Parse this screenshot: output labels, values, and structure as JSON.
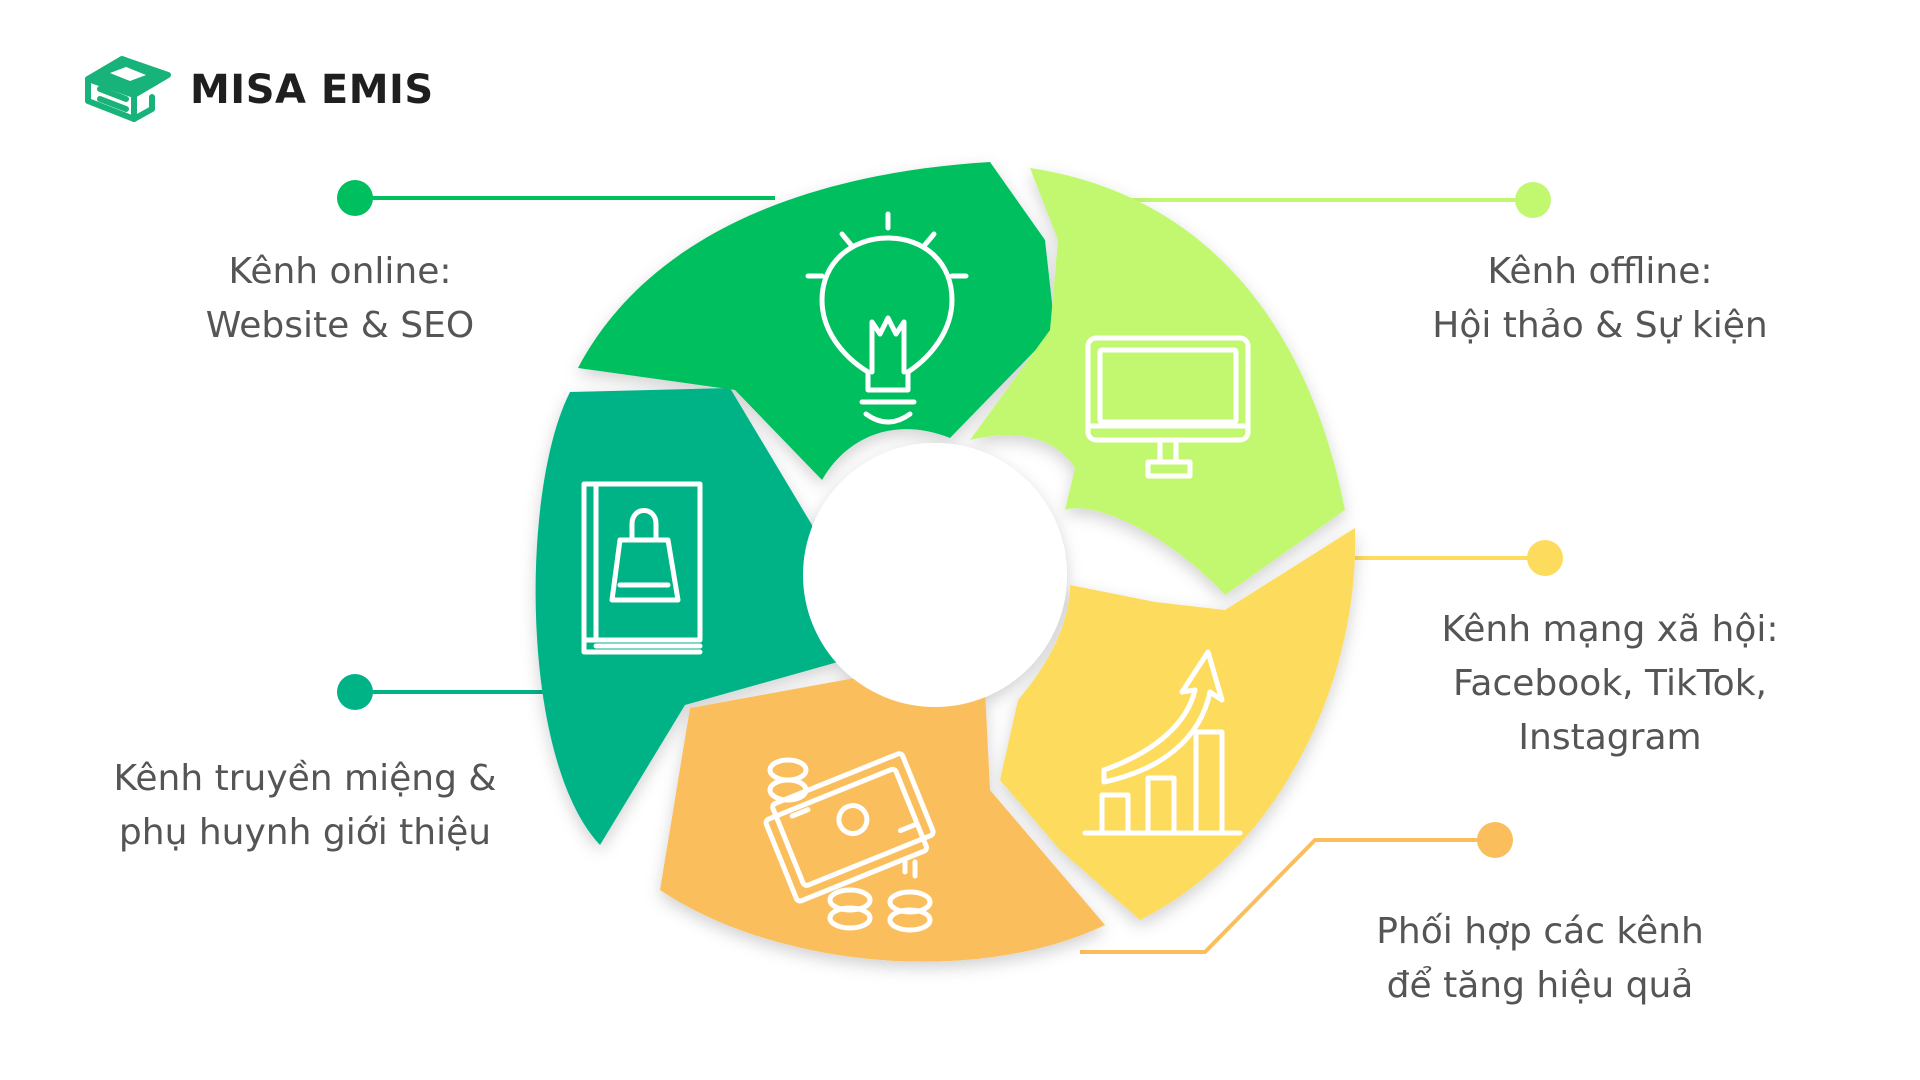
{
  "brand": {
    "name": "MISA EMIS",
    "logo_icon": "emis-book-logo-icon",
    "logo_color": "#18b37a"
  },
  "channels": [
    {
      "id": "online",
      "lines": [
        "Kênh online:",
        "Website & SEO"
      ],
      "icon": "lightbulb-icon",
      "color": "#00bf5f"
    },
    {
      "id": "offline",
      "lines": [
        "Kênh offline:",
        "Hội thảo & Sự kiện"
      ],
      "icon": "computer-monitor-icon",
      "color": "#c2f870"
    },
    {
      "id": "social",
      "lines": [
        "Kênh mạng xã hội:",
        "Facebook, TikTok,",
        "Instagram"
      ],
      "icon": "growth-chart-icon",
      "color": "#fddb5c"
    },
    {
      "id": "combine",
      "lines": [
        "Phối hợp các kênh",
        "để tăng hiệu quả"
      ],
      "icon": "money-coins-icon",
      "color": "#fbbe5c"
    },
    {
      "id": "referral",
      "lines": [
        "Kênh truyền miệng &",
        "phụ huynh giới thiệu"
      ],
      "icon": "shopping-book-icon",
      "color": "#00b386"
    }
  ],
  "colors": {
    "text": "#555555",
    "background": "#ffffff"
  }
}
